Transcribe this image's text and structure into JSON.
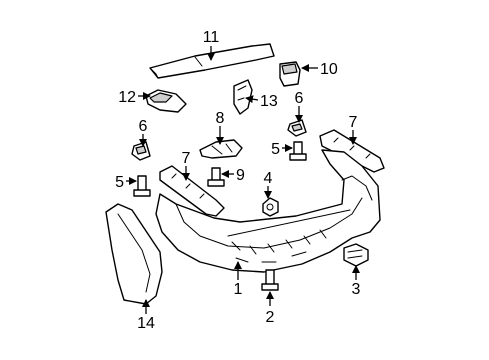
{
  "callouts": {
    "c1": "1",
    "c2": "2",
    "c3": "3",
    "c4": "4",
    "c5a": "5",
    "c5b": "5",
    "c6a": "6",
    "c6b": "6",
    "c7a": "7",
    "c7b": "7",
    "c8": "8",
    "c9": "9",
    "c10": "10",
    "c11": "11",
    "c12": "12",
    "c13": "13",
    "c14": "14"
  }
}
